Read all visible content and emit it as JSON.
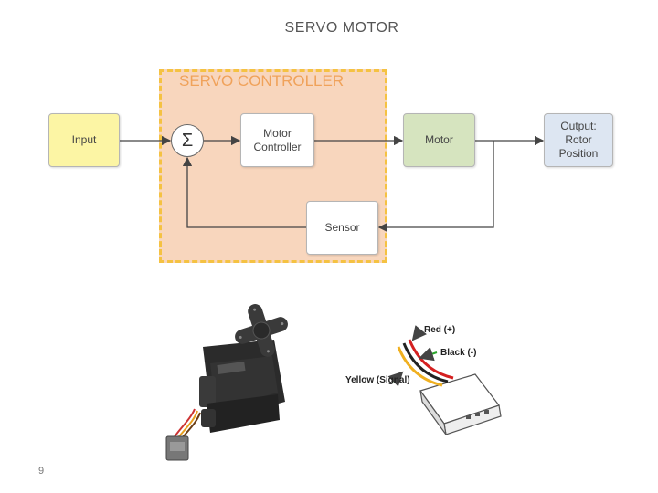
{
  "title": "SERVO MOTOR",
  "controller_label": "SERVO CONTROLLER",
  "blocks": {
    "input": "Input",
    "sum": "Σ",
    "motor_controller": "Motor\nController",
    "motor": "Motor",
    "output": "Output:\nRotor\nPosition",
    "sensor": "Sensor"
  },
  "wire_labels": {
    "red": "Red (+)",
    "black": "Black (-)",
    "yellow": "Yellow (Signal)"
  },
  "page_number": "9",
  "colors": {
    "input_fill": "#fcf5a4",
    "motor_fill": "#d6e4bf",
    "output_fill": "#dde6f2",
    "controller_fill": "#f8d6bd",
    "controller_border": "#f5c242"
  }
}
